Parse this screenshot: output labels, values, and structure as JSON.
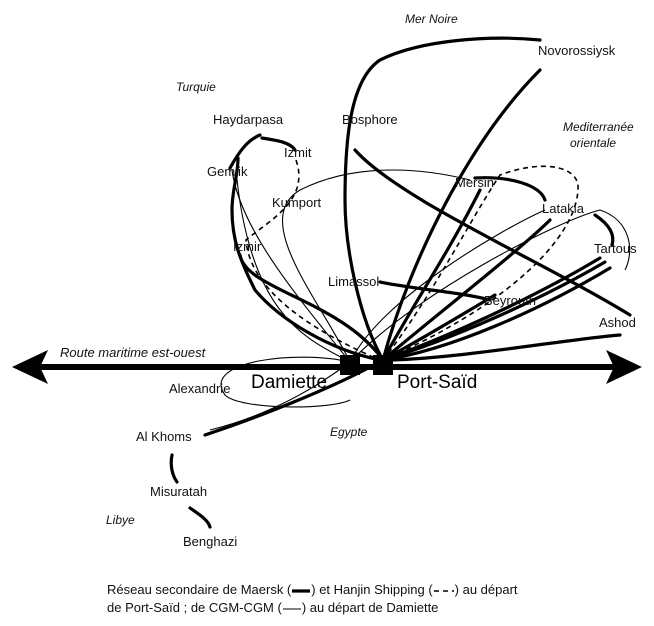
{
  "regions": {
    "mer_noire": "Mer Noire",
    "turquie": "Turquie",
    "mediterranee": [
      "Mediterranée",
      "orientale"
    ],
    "egypte": "Egypte",
    "libye": "Libye"
  },
  "ports": {
    "novorossiysk": "Novorossiysk",
    "bosphore": "Bosphore",
    "haydarpasa": "Haydarpasa",
    "izmit": "Izmit",
    "gemlik": "Gemlik",
    "kumport": "Kumport",
    "izmir": "Izmir",
    "mersin": "Mersin",
    "latakia": "Latakia",
    "tartous": "Tartous",
    "limassol": "Limassol",
    "beyrouth": "Beyrouth",
    "ashod": "Ashod",
    "alexandrie": "Alexandrie",
    "al_khoms": "Al Khoms",
    "misuratah": "Misuratah",
    "benghazi": "Benghazi"
  },
  "hubs": {
    "damiette": "Damiette",
    "port_said": "Port-Saïd"
  },
  "route_label": "Route maritime est-ouest",
  "caption": {
    "line1_a": "Réseau secondaire de Maersk (",
    "line1_b": ") et Hanjin Shipping (",
    "line1_c": ") au départ",
    "line2_a": "de Port-Saïd ; de CGM-CGM (",
    "line2_b": ") au départ de Damiette"
  }
}
